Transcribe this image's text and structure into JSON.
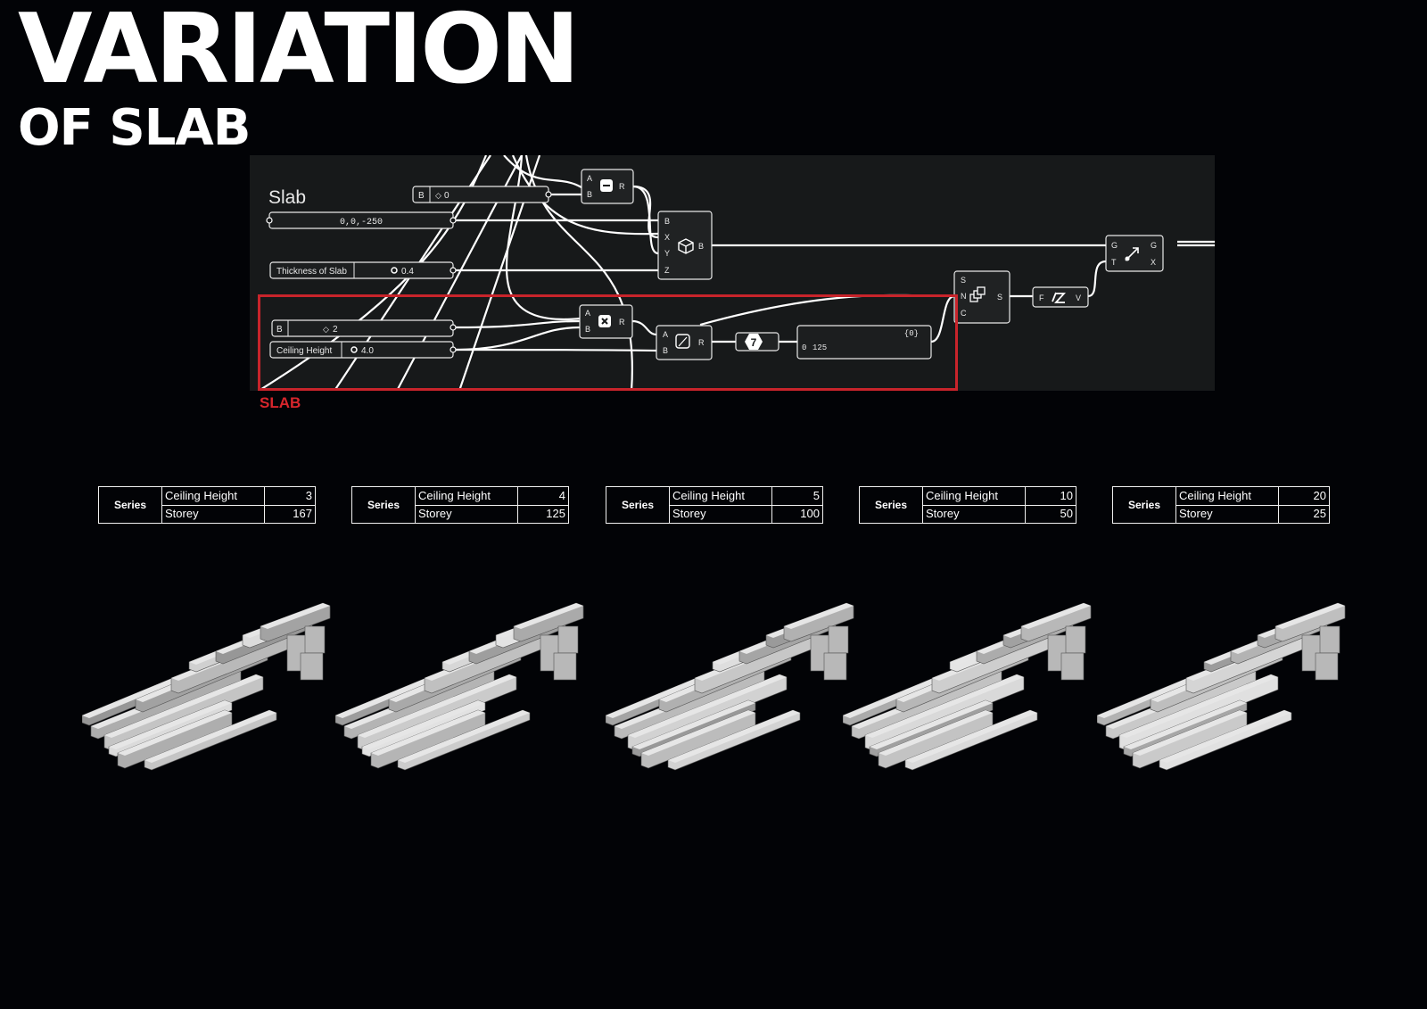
{
  "title": "VARIATION",
  "subtitle": "OF SLAB",
  "graph": {
    "group_title": "Slab",
    "point_value": "0,0,-250",
    "slider_b_top": {
      "label": "B",
      "value": "0"
    },
    "thickness": {
      "label": "Thickness of Slab",
      "value": "0.4"
    },
    "slider_b": {
      "label": "B",
      "value": "2"
    },
    "ceiling": {
      "label": "Ceiling Height",
      "value": "4.0"
    },
    "panel": {
      "index": "0",
      "value": "125",
      "path": "{0}"
    },
    "integer_glyph": "7",
    "ports": {
      "sub_in_a": "A",
      "sub_in_b": "B",
      "sub_out": "R",
      "box_in_b": "B",
      "box_in_x": "X",
      "box_in_y": "Y",
      "box_in_z": "Z",
      "box_out": "B",
      "mul_in_a": "A",
      "mul_in_b": "B",
      "mul_out": "R",
      "div_in_a": "A",
      "div_in_b": "B",
      "div_out": "R",
      "series_in_s": "S",
      "series_in_n": "N",
      "series_in_c": "C",
      "series_out": "S",
      "move_in_f": "F",
      "move_out": "V",
      "trans_in_g": "G",
      "trans_in_t": "T",
      "trans_out_g": "G",
      "trans_out_x": "X"
    }
  },
  "highlight_label": "SLAB",
  "tables": [
    {
      "series": "Series",
      "r1_label": "Ceiling Height",
      "r1_value": "3",
      "r2_label": "Storey",
      "r2_value": "167"
    },
    {
      "series": "Series",
      "r1_label": "Ceiling Height",
      "r1_value": "4",
      "r2_label": "Storey",
      "r2_value": "125"
    },
    {
      "series": "Series",
      "r1_label": "Ceiling Height",
      "r1_value": "5",
      "r2_label": "Storey",
      "r2_value": "100"
    },
    {
      "series": "Series",
      "r1_label": "Ceiling Height",
      "r1_value": "10",
      "r2_label": "Storey",
      "r2_value": "50"
    },
    {
      "series": "Series",
      "r1_label": "Ceiling Height",
      "r1_value": "20",
      "r2_label": "Storey",
      "r2_value": "25"
    }
  ],
  "colors": {
    "background": "#020306",
    "canvas": "#17191a",
    "highlight": "#c8242b",
    "wire": "#ffffff"
  }
}
